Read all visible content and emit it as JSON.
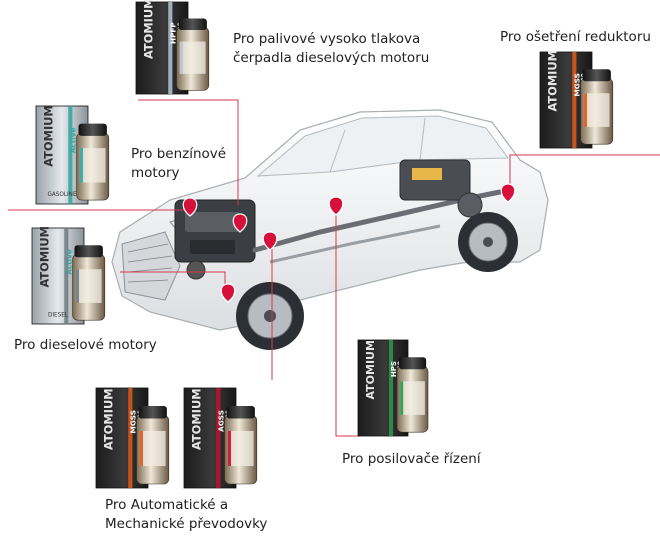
{
  "labels": {
    "fuel_pump": [
      "Pro palivové vysoko tlakova",
      "čerpadla dieselových motoru"
    ],
    "gearbox_reducer": [
      "Pro ošetření reduktoru"
    ],
    "gasoline": [
      "Pro benzínové",
      "motory"
    ],
    "diesel": [
      "Pro dieselové motory"
    ],
    "power_steering": [
      "Pro posilovače řízení"
    ],
    "transmissions": [
      "Pro Automatické a",
      "Mechanické převodovky"
    ]
  },
  "products": {
    "fuel_pump": {
      "brand": "ATOMIUM",
      "code": "HPFP",
      "num": "100"
    },
    "gearbox_reducer": {
      "brand": "ATOMIUM",
      "code": "MGSS",
      "num": "100"
    },
    "gasoline": {
      "brand": "ATOMIUM",
      "line": "Active",
      "variant": "GASOLINE"
    },
    "diesel": {
      "brand": "ATOMIUM",
      "line": "Active",
      "variant": "DIESEL"
    },
    "power_steering": {
      "brand": "ATOMIUM",
      "code": "HPS",
      "num": "60"
    },
    "transmission_auto": {
      "brand": "ATOMIUM",
      "code": "MGSS",
      "num": "100"
    },
    "transmission_manual": {
      "brand": "ATOMIUM",
      "code": "AGSS",
      "num": "80"
    }
  },
  "colors": {
    "leader_line": "#d9374e",
    "marker": "#d6103a",
    "box_dark": "#2a2a2a",
    "accent_orange": "#e05a1c",
    "accent_teal": "#2fa6a0",
    "accent_green": "#2a9a4a",
    "accent_red": "#c8102e"
  }
}
